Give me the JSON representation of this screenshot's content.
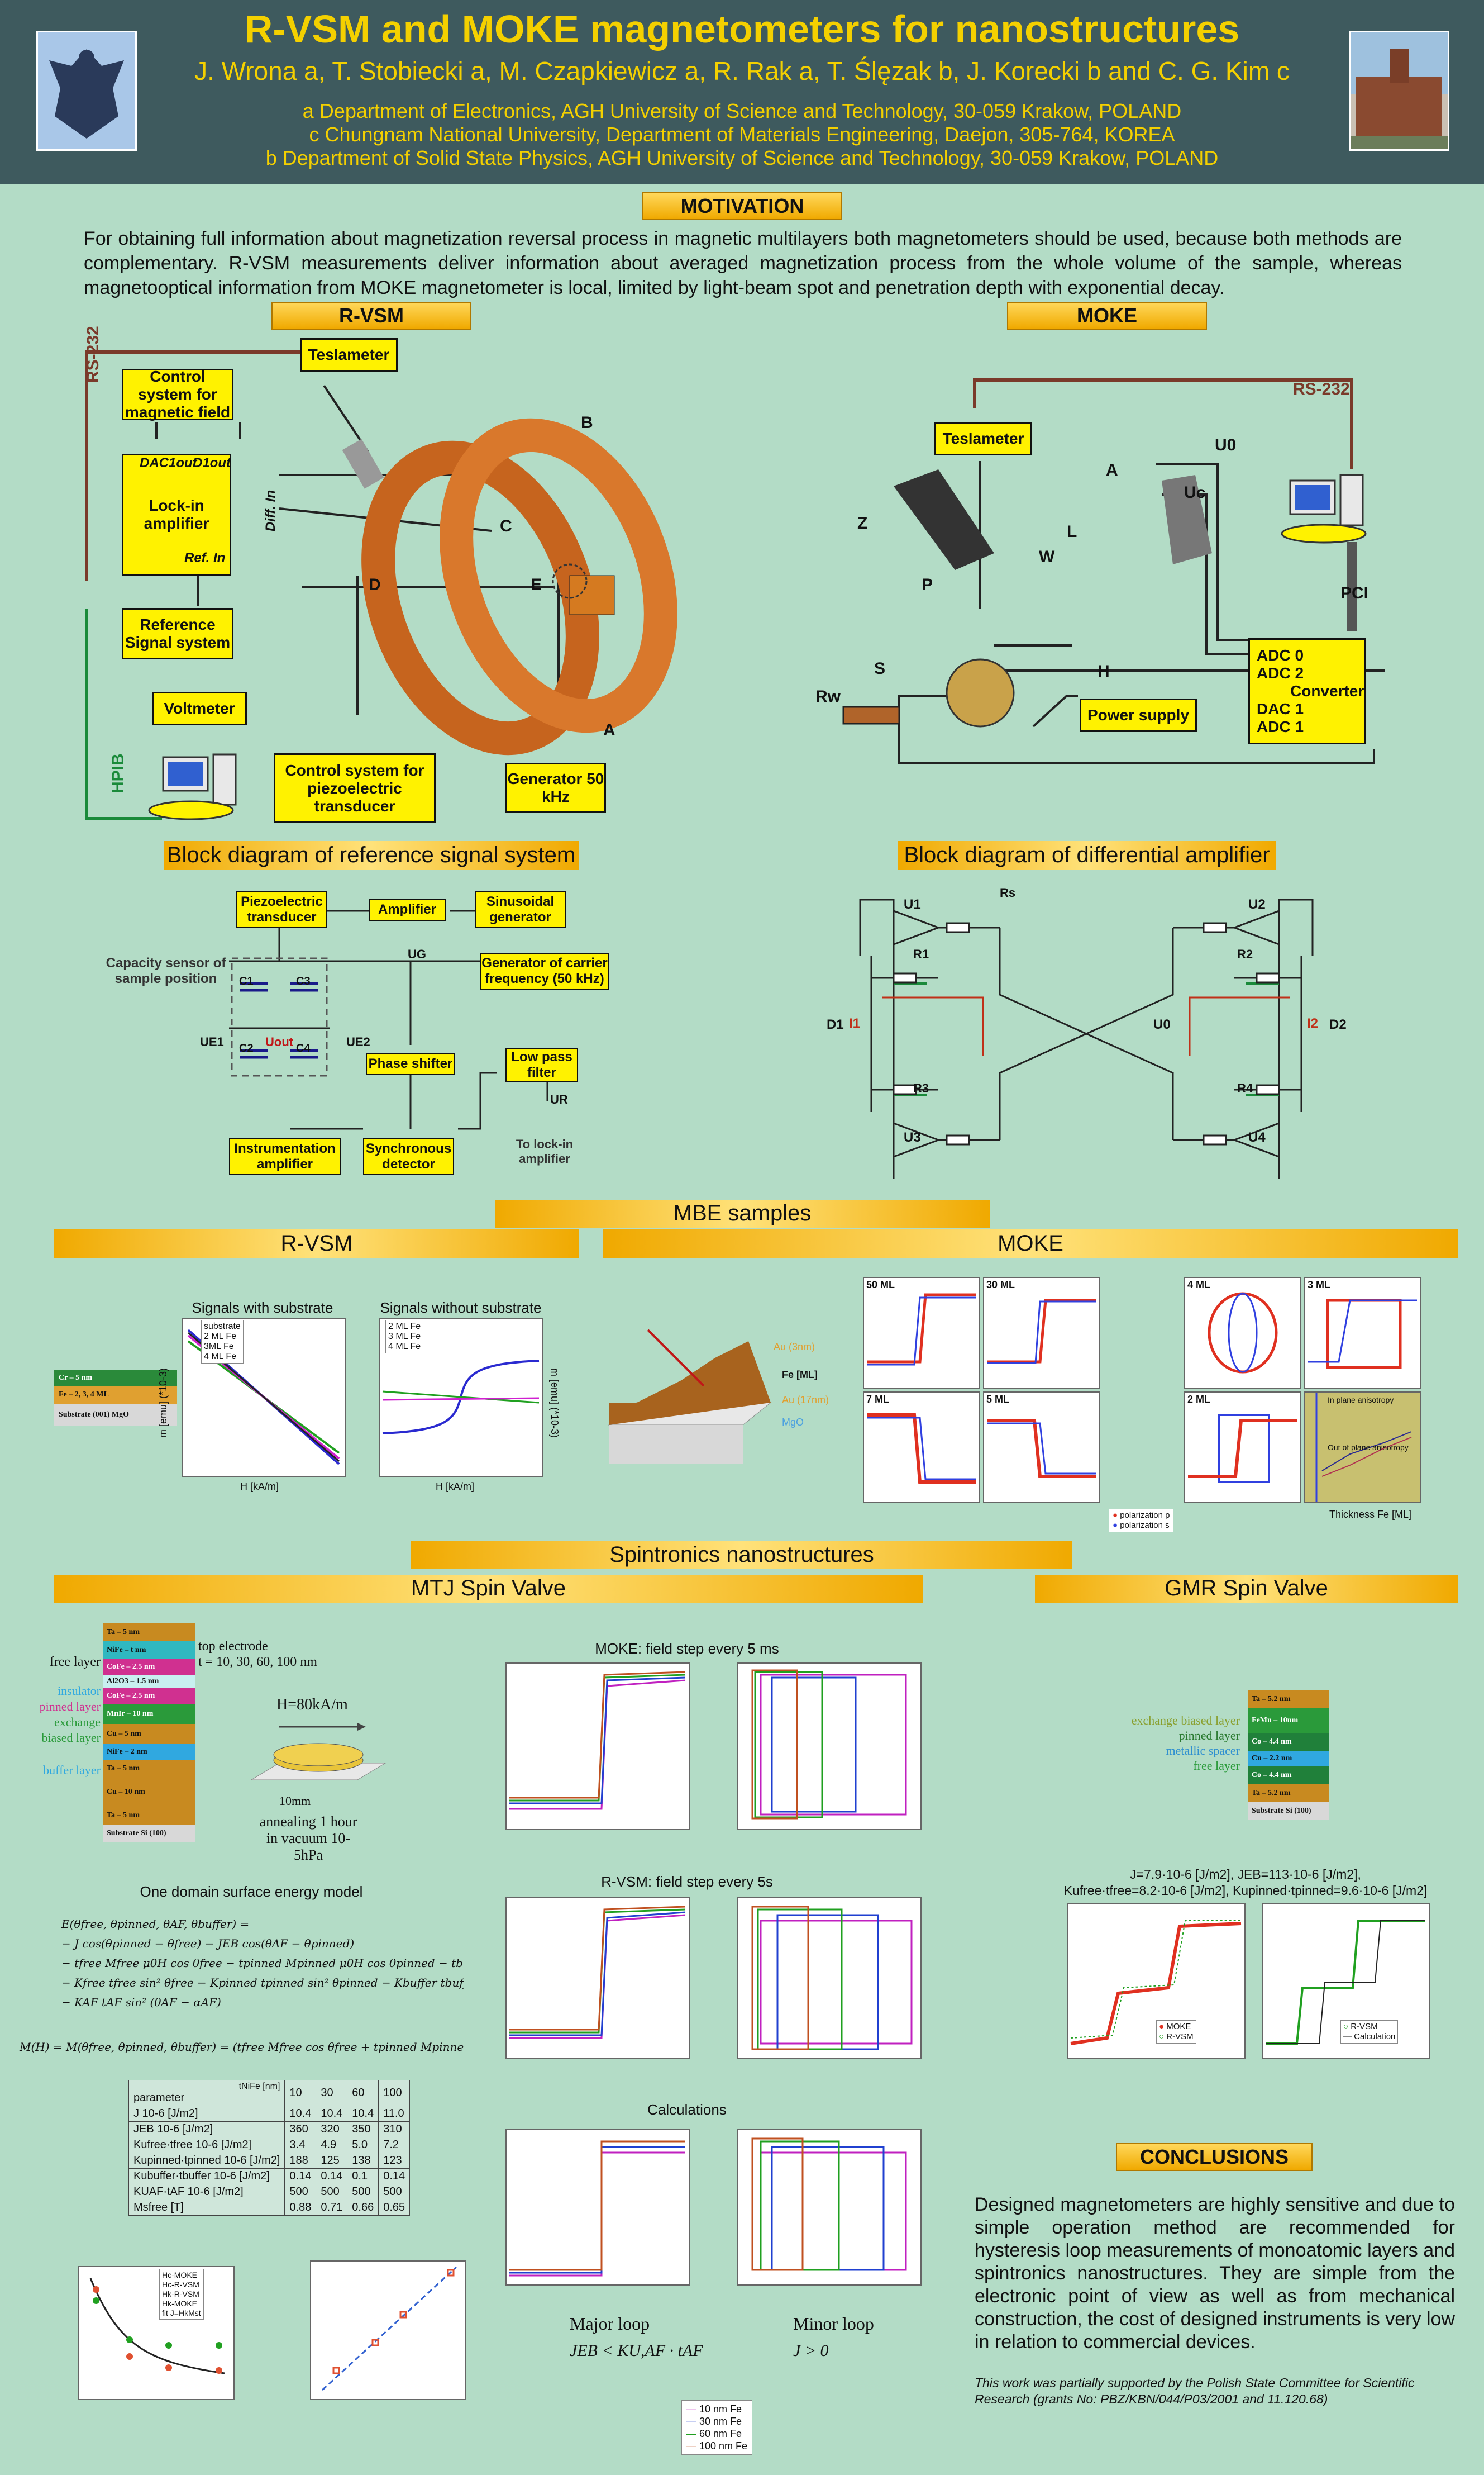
{
  "header": {
    "title": "R-VSM and MOKE magnetometers for nanostructures",
    "authors": "J. Wrona a, T. Stobiecki a, M. Czapkiewicz a, R. Rak a, T. Ślęzak b, J. Korecki b and C. G. Kim c",
    "affiliations": [
      "a Department of Electronics, AGH University of Science and Technology, 30-059 Krakow, POLAND",
      "c Chungnam National University, Department of Materials Engineering, Daejon, 305-764, KOREA",
      "b Department of Solid State Physics, AGH University of Science and Technology, 30-059 Krakow, POLAND"
    ]
  },
  "motivation": {
    "heading": "MOTIVATION",
    "text": "For obtaining full information about magnetization reversal process in magnetic multilayers both magnetometers should be used, because both methods are complementary. R-VSM measurements deliver information about averaged magnetization process from the whole volume of the sample, whereas magnetooptical information from MOKE magnetometer is local, limited by light-beam spot and penetration depth with exponential decay."
  },
  "rvsm_setup": {
    "heading": "R-VSM",
    "boxes": {
      "teslameter": "Teslameter",
      "control_field": "Control system for magnetic field",
      "lockin": "Lock-in amplifier",
      "dac": "DAC1out",
      "d1out": "D1out",
      "diff_in": "Diff. In",
      "ref_in": "Ref. In",
      "reference": "Reference Signal system",
      "voltmeter": "Voltmeter",
      "piezo_control": "Control system for piezoelectric transducer",
      "generator": "Generator 50 kHz"
    },
    "labels": {
      "rs232": "RS-232",
      "hpib": "HPIB",
      "A": "A",
      "B": "B",
      "C": "C",
      "D": "D",
      "E": "E"
    }
  },
  "moke_setup": {
    "heading": "MOKE",
    "boxes": {
      "teslameter": "Teslameter",
      "converter_adc": "ADC 0 ADC 2",
      "converter": "Converter",
      "converter_dac": "DAC 1 ADC 1",
      "power_supply": "Power supply"
    },
    "labels": {
      "rs232": "RS-232",
      "pci": "PCI",
      "U0": "U0",
      "Uc": "Uc",
      "A": "A",
      "L": "L",
      "W": "W",
      "Z": "Z",
      "P": "P",
      "S": "S",
      "H": "H",
      "Rw": "Rw"
    }
  },
  "block_reference": {
    "heading": "Block diagram of reference signal system",
    "boxes": {
      "piezo": "Piezoelectric transducer",
      "amplifier": "Amplifier",
      "sinusoidal": "Sinusoidal generator",
      "carrier": "Generator of carrier frequency (50 kHz)",
      "phase": "Phase shifter",
      "lowpass": "Low pass filter",
      "instrumentation": "Instrumentation amplifier",
      "synchronous": "Synchronous detector"
    },
    "labels": {
      "capacity": "Capacity sensor of sample position",
      "to_lockin": "To lock-in amplifier",
      "UG": "UG",
      "UE1": "UE1",
      "UE2": "UE2",
      "Uout": "Uout",
      "UR": "UR",
      "C1": "C1",
      "C2": "C2",
      "C3": "C3",
      "C4": "C4"
    }
  },
  "block_diff": {
    "heading": "Block diagram of differential amplifier",
    "labels": {
      "U1": "U1",
      "U2": "U2",
      "U3": "U3",
      "U4": "U4",
      "U0": "U0",
      "D1": "D1",
      "D2": "D2",
      "I1": "I1",
      "I2": "I2",
      "R1": "R1",
      "R2": "R2",
      "R3": "R3",
      "R4": "R4",
      "Rs": "Rs"
    }
  },
  "mbe": {
    "heading": "MBE samples",
    "rvsm_heading": "R-VSM",
    "moke_heading": "MOKE",
    "stack": [
      "Cr – 5 nm",
      "Fe – 2, 3, 4 ML",
      "Substrate (001) MgO"
    ],
    "chart1_title": "Signals with substrate",
    "chart1_legend": [
      "substrate",
      "2 ML Fe",
      "3ML Fe",
      "4 ML Fe"
    ],
    "chart2_title": "Signals without substrate",
    "chart2_legend": [
      "2 ML Fe",
      "3 ML Fe",
      "4 ML Fe"
    ],
    "xlabel": "H [kA/m]",
    "ylabel": "m [emu] (*10-3)",
    "wedge_labels": [
      "Au (3nm)",
      "Fe [ML]",
      "Au (17nm)",
      "MgO"
    ],
    "moke_panels": [
      "50 ML",
      "30 ML",
      "7 ML",
      "5 ML",
      "4 ML",
      "3 ML",
      "2 ML"
    ],
    "moke_legend": [
      "polarization p",
      "polarization s"
    ],
    "thickness_labels": [
      "In plane anisotropy",
      "Out of plane anisotropy",
      "Thickness Fe [ML]"
    ]
  },
  "spintronics": {
    "heading": "Spintronics nanostructures",
    "mtj_heading": "MTJ Spin Valve",
    "gmr_heading": "GMR Spin Valve",
    "mtj_stack": [
      "Ta – 5 nm",
      "NiFe – t nm",
      "CoFe – 2.5 nm",
      "Al2O3 – 1.5 nm",
      "CoFe – 2.5 nm",
      "MnIr – 10 nm",
      "Cu – 5 nm",
      "NiFe – 2 nm",
      "Ta – 5 nm",
      "Cu – 10 nm",
      "Ta – 5 nm",
      "Substrate Si (100)"
    ],
    "mtj_side_labels": [
      "free layer",
      "insulator",
      "pinned layer",
      "exchange biased layer",
      "buffer layer"
    ],
    "top_electrode": "top electrode",
    "thickness_note": "t = 10, 30, 60, 100 nm",
    "field_label": "H=80kA/m",
    "size_label": "10mm",
    "anneal": "annealing 1 hour in vacuum 10-5hPa",
    "energy_title": "One domain surface energy model",
    "moke_field_title": "MOKE: field step every 5 ms",
    "rvsm_field_title": "R-VSM: field step every 5s",
    "calc_title": "Calculations",
    "major_loop": "Major loop",
    "minor_loop": "Minor loop",
    "major_cond": "JEB < KU,AF · tAF",
    "minor_cond": "J > 0",
    "loop_legend": [
      "10 nm Fe",
      "30 nm Fe",
      "60 nm Fe",
      "100 nm Fe"
    ],
    "table": {
      "header": [
        "parameter",
        "10",
        "30",
        "60",
        "100"
      ],
      "corner": "tNiFe [nm]",
      "rows": [
        [
          "J 10-6 [J/m2]",
          "10.4",
          "10.4",
          "10.4",
          "11.0"
        ],
        [
          "JEB 10-6 [J/m2]",
          "360",
          "320",
          "350",
          "310"
        ],
        [
          "Kufree·tfree 10-6 [J/m2]",
          "3.4",
          "4.9",
          "5.0",
          "7.2"
        ],
        [
          "Kupinned·tpinned 10-6 [J/m2]",
          "188",
          "125",
          "138",
          "123"
        ],
        [
          "Kubuffer·tbuffer 10-6 [J/m2]",
          "0.14",
          "0.14",
          "0.1",
          "0.14"
        ],
        [
          "KUAF·tAF 10-6 [J/m2]",
          "500",
          "500",
          "500",
          "500"
        ],
        [
          "Msfree [T]",
          "0.88",
          "0.71",
          "0.66",
          "0.65"
        ]
      ]
    },
    "hc_legend": [
      "Hc-MOKE",
      "Hc-R-VSM",
      "Hk-R-VSM",
      "Hk-MOKE",
      "fit J=HkMst"
    ],
    "gmr_stack": [
      "Ta – 5.2 nm",
      "FeMn – 10nm",
      "Co – 4.4 nm",
      "Cu – 2.2 nm",
      "Co – 4.4 nm",
      "Ta – 5.2 nm",
      "Substrate Si (100)"
    ],
    "gmr_side_labels": [
      "exchange biased layer",
      "pinned layer",
      "metallic spacer",
      "free layer"
    ],
    "gmr_params_1": "J=7.9·10-6 [J/m2], JEB=113·10-6 [J/m2],",
    "gmr_params_2": "Kufree·tfree=8.2·10-6 [J/m2], Kupinned·tpinned=9.6·10-6 [J/m2]",
    "gmr_legend1": [
      "MOKE",
      "R-VSM"
    ],
    "gmr_legend2": [
      "R-VSM",
      "Calculation"
    ]
  },
  "conclusions": {
    "heading": "CONCLUSIONS",
    "text": "Designed magnetometers are highly sensitive and due to simple operation method are recommended for hysteresis loop measurements of monoatomic layers and spintronics nanostructures. They are simple from the electronic point of view as well as from mechanical construction, the cost of designed instruments is very low in relation to commercial devices.",
    "ack": "This work was partially supported by the Polish State Committee for Scientific Research (grants No: PBZ/KBN/044/P03/2001 and 11.120.68)"
  }
}
